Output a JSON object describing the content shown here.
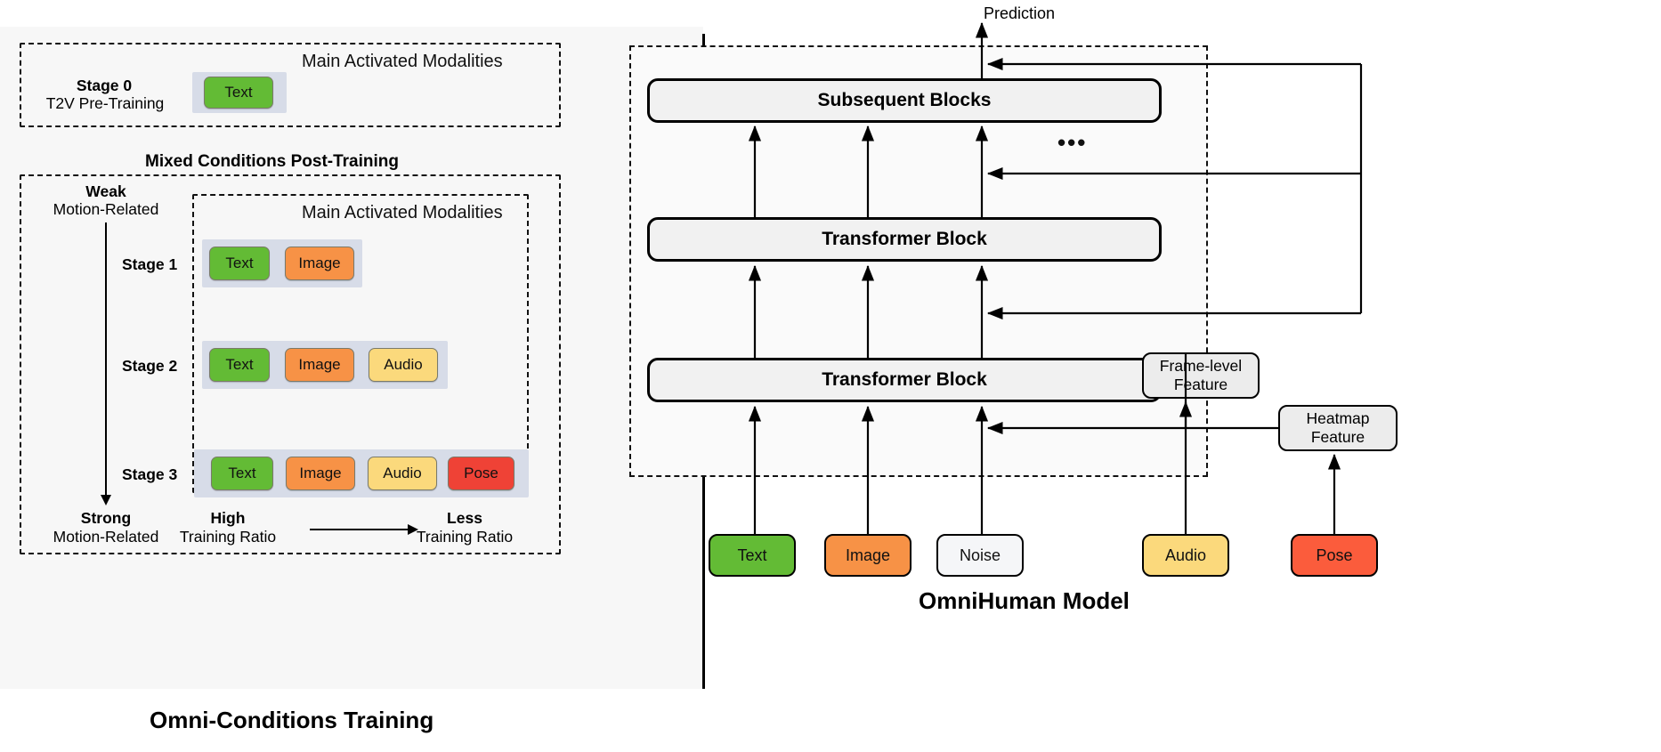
{
  "left": {
    "caption": "Omni-Conditions Training",
    "stage0": {
      "title": "Stage 0",
      "subtitle": "T2V Pre-Training",
      "modalities_header": "Main Activated Modalities",
      "chips": [
        {
          "label": "Text",
          "color": "#63bb35",
          "kind": "green"
        }
      ]
    },
    "post_training_title": "Mixed Conditions Post-Training",
    "axis": {
      "top_bold": "Weak",
      "top_sub": "Motion-Related",
      "bottom_bold": "Strong",
      "bottom_sub": "Motion-Related",
      "ratio_left_bold": "High",
      "ratio_left_sub": "Training Ratio",
      "ratio_right_bold": "Less",
      "ratio_right_sub": "Training Ratio"
    },
    "modalities_header": "Main Activated Modalities",
    "stages": [
      {
        "name": "Stage 1",
        "chips": [
          {
            "label": "Text",
            "kind": "green"
          },
          {
            "label": "Image",
            "kind": "orange"
          }
        ]
      },
      {
        "name": "Stage 2",
        "chips": [
          {
            "label": "Text",
            "kind": "green"
          },
          {
            "label": "Image",
            "kind": "orange"
          },
          {
            "label": "Audio",
            "kind": "yellow"
          }
        ]
      },
      {
        "name": "Stage 3",
        "chips": [
          {
            "label": "Text",
            "kind": "green"
          },
          {
            "label": "Image",
            "kind": "orange"
          },
          {
            "label": "Audio",
            "kind": "yellow"
          },
          {
            "label": "Pose",
            "kind": "red"
          }
        ]
      }
    ]
  },
  "right": {
    "caption": "OmniHuman Model",
    "prediction_label": "Prediction",
    "ellipsis": "•••",
    "blocks": [
      {
        "label": "Subsequent Blocks"
      },
      {
        "label": "Transformer Block"
      },
      {
        "label": "Transformer Block"
      }
    ],
    "features": [
      {
        "line1": "Frame-level",
        "line2": "Feature"
      },
      {
        "line1": "Heatmap",
        "line2": "Feature"
      }
    ],
    "inputs": [
      {
        "label": "Text",
        "kind": "green"
      },
      {
        "label": "Image",
        "kind": "orange"
      },
      {
        "label": "Noise",
        "kind": "white"
      },
      {
        "label": "Audio",
        "kind": "yellow"
      },
      {
        "label": "Pose",
        "kind": "red"
      }
    ]
  },
  "colors": {
    "green": "#63bb35",
    "orange": "#f79246",
    "yellow": "#fbd97c",
    "red": "#ef4236",
    "pose_red": "#fb5c3c",
    "band": "#d7dce8",
    "panel_bg": "#f7f7f7",
    "block_bg": "#f1f1f1"
  }
}
